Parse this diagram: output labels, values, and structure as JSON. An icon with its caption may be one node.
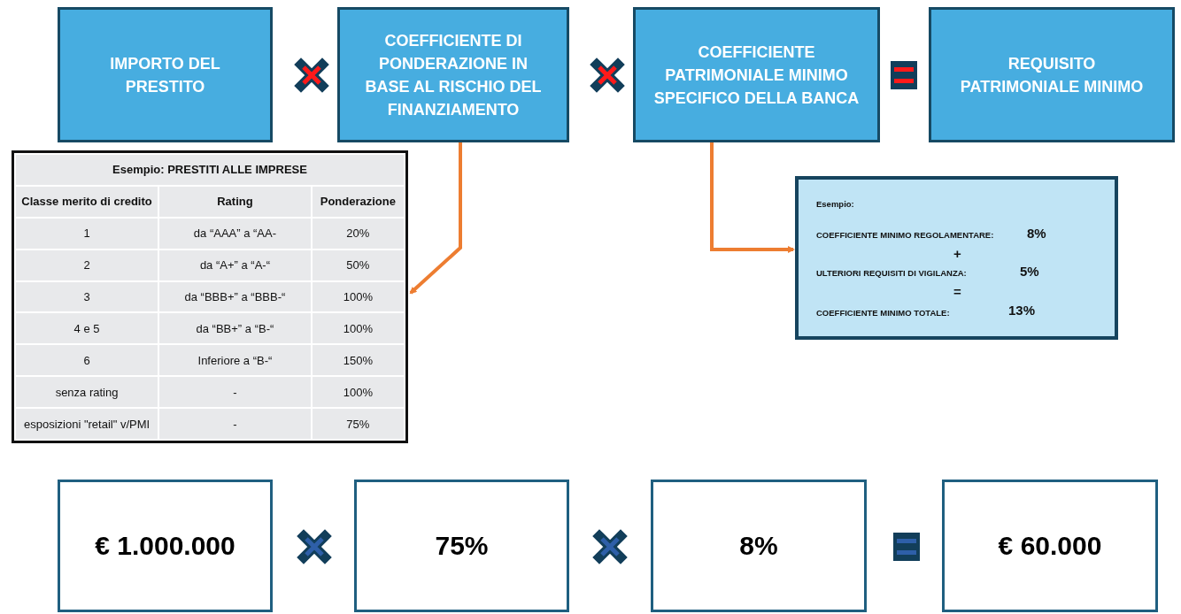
{
  "diagram": {
    "nodes": [
      {
        "text": [
          "IMPORTO DEL PRESTITO"
        ]
      },
      {
        "text": [
          "COEFFICIENTE DI PONDERAZIONE IN BASE AL RISCHIO DEL FINANZIAMENTO"
        ]
      },
      {
        "text": [
          "COEFFICIENTE PATRIMONIALE MINIMO SPECIFICO DELLA BANCA"
        ]
      },
      {
        "text": [
          "REQUISITO PATRIMONIALE MINIMO"
        ]
      },
      {
        "text": [
          "Esempio: PRESTITI ALLE IMPRESE",
          "Classe merito di credito",
          "Rating",
          "Ponderazione",
          "1",
          "da “AAA” a “AA-",
          "20%",
          "2",
          "da “A+” a “A-“",
          "50%",
          "3",
          "da “BBB+” a “BBB-“",
          "100%",
          "4 e 5",
          "da “BB+” a “B-“",
          "100%",
          "6",
          "Inferiore a “B-“",
          "150%",
          "senza rating",
          "-",
          "100%",
          "esposizioni \"retail\" v/PMI",
          "-",
          "75%"
        ]
      },
      {
        "text": [
          "Esempio:",
          "COEFFICIENTE MINIMO REGOLAMENTARE:",
          "8%",
          "+",
          "ULTERIORI REQUISITI DI VIGILANZA:",
          "5%",
          "=",
          "COEFFICIENTE MINIMO TOTALE:",
          "13%"
        ]
      },
      {
        "text": [
          "€ 1.000.000"
        ]
      },
      {
        "text": [
          "75%"
        ]
      },
      {
        "text": [
          "8%"
        ]
      },
      {
        "text": [
          "€ 60.000"
        ]
      }
    ],
    "edges": [
      {
        "from": 1,
        "to": 4,
        "arrow": "to"
      },
      {
        "from": 2,
        "to": 5,
        "arrow": "to"
      }
    ]
  }
}
